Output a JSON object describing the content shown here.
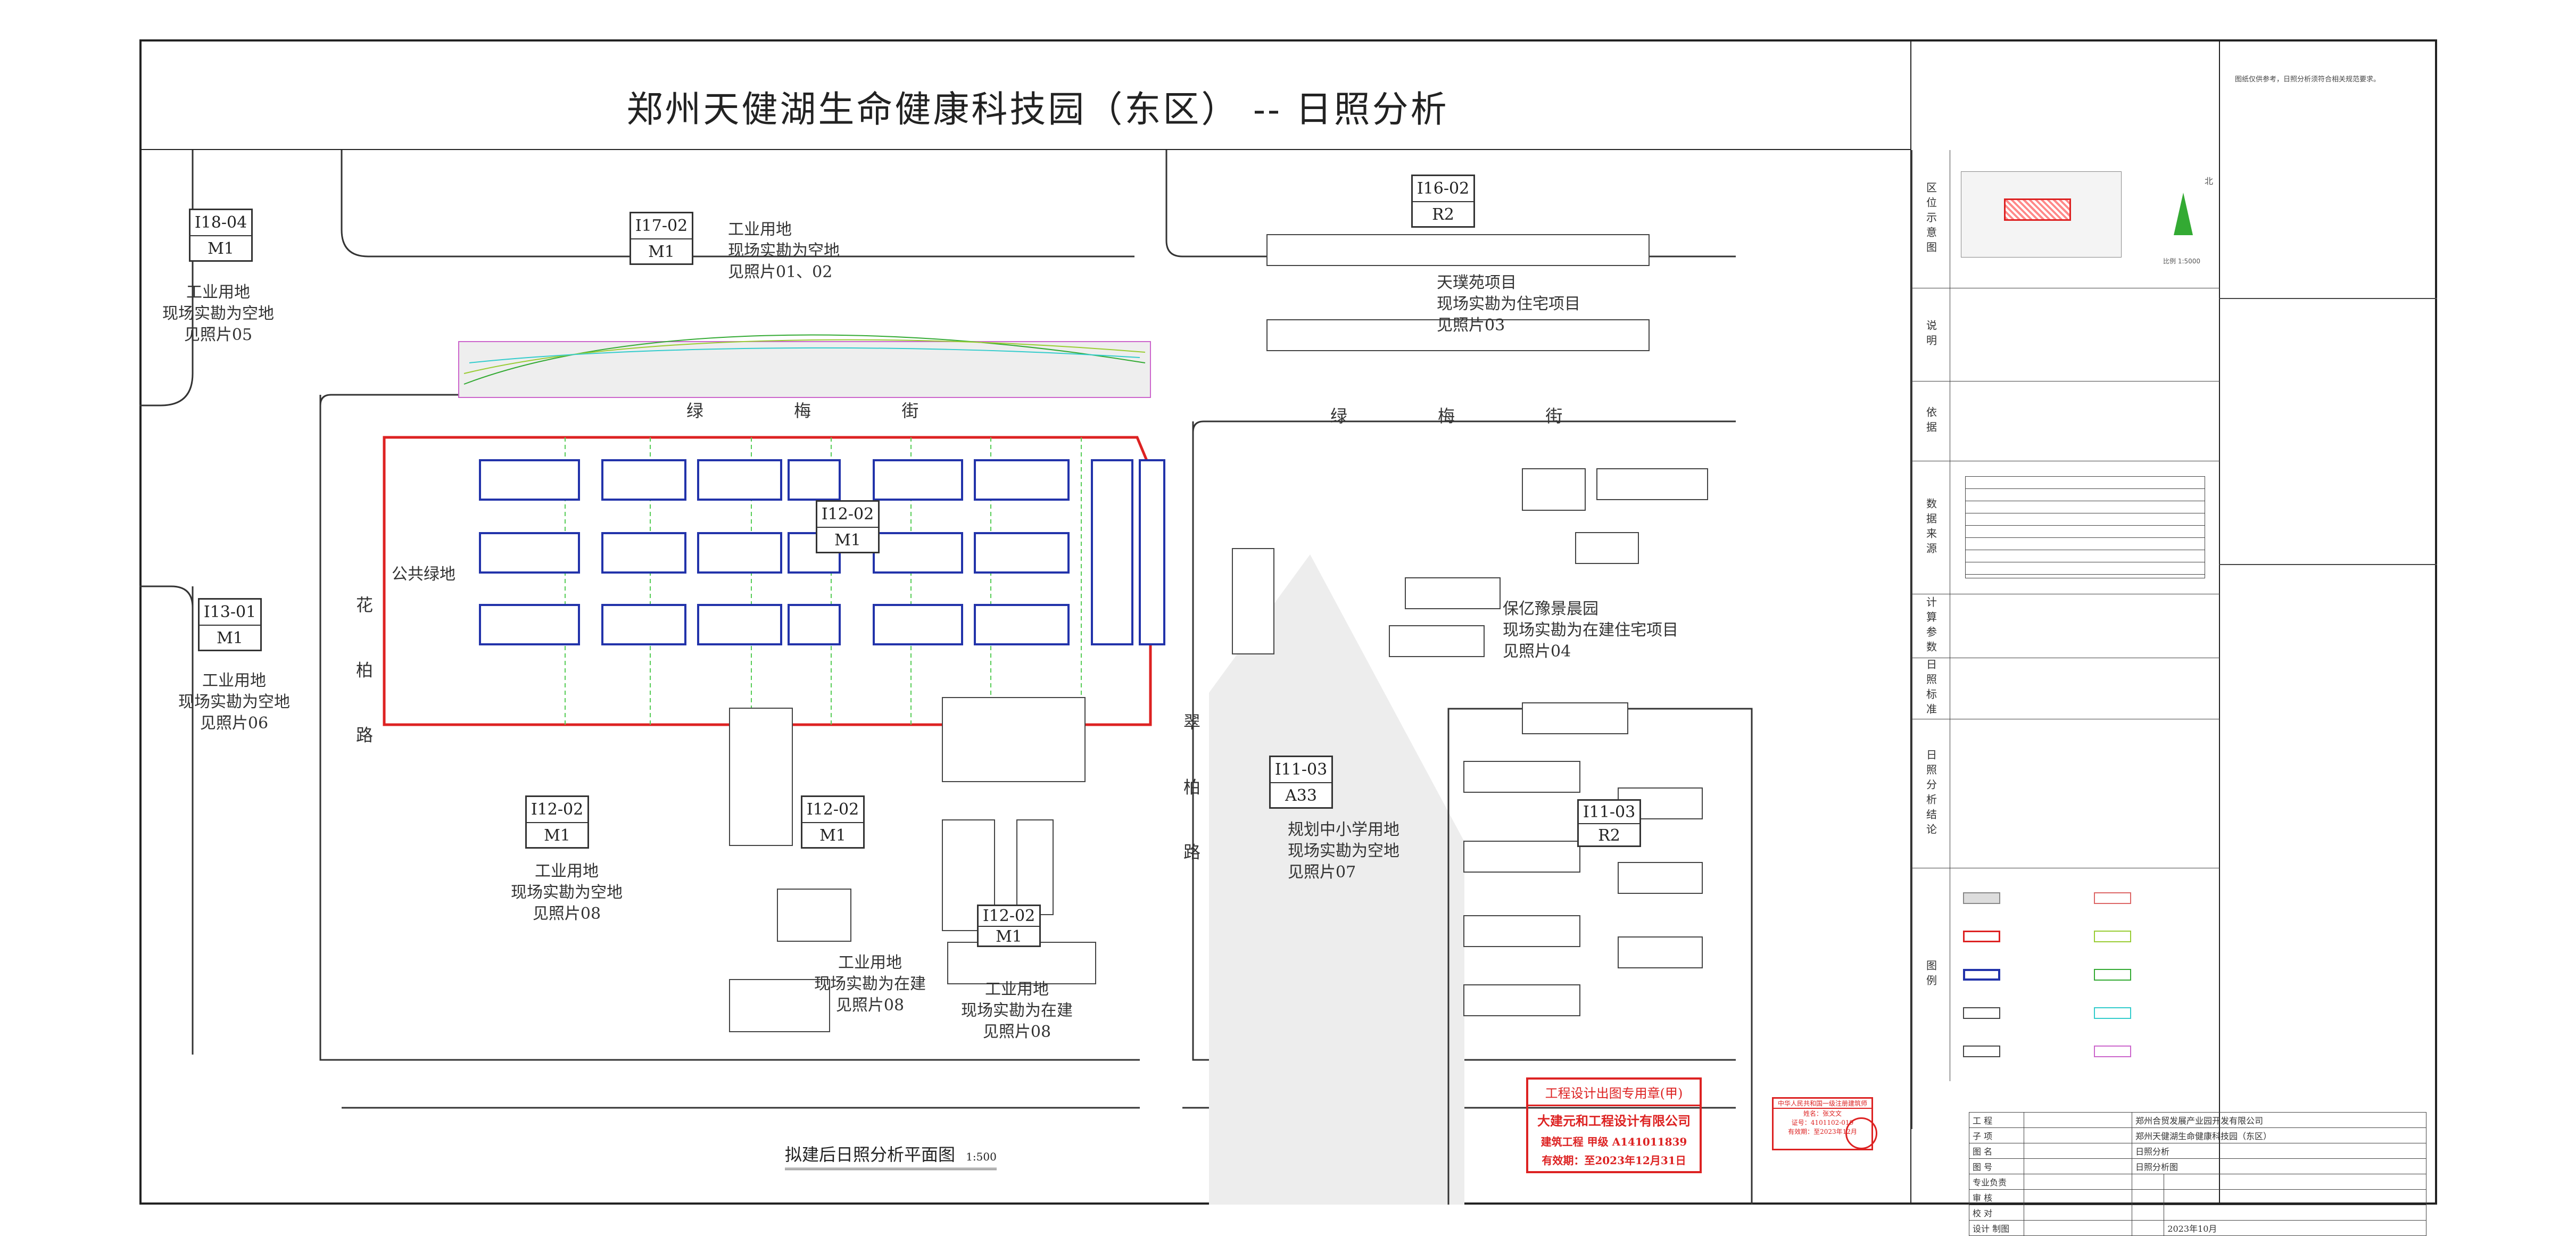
{
  "title": "郑州天健湖生命健康科技园（东区）  --  日照分析",
  "roads": {
    "lvmei_street": "绿 梅 街",
    "huabai_road": "花 柏 路",
    "cuibai_road": "翠 柏 路"
  },
  "plots": [
    {
      "id": "I18-04",
      "type": "M1"
    },
    {
      "id": "I17-02",
      "type": "M1"
    },
    {
      "id": "I16-02",
      "type": "R2"
    },
    {
      "id": "I13-01",
      "type": "M1"
    },
    {
      "id": "I12-02",
      "type": "M1"
    },
    {
      "id": "I12-02",
      "type": "M1"
    },
    {
      "id": "I12-02",
      "type": "M1"
    },
    {
      "id": "I12-02",
      "type": "M1"
    },
    {
      "id": "I11-03",
      "type": "A33"
    },
    {
      "id": "I11-03",
      "type": "R2"
    }
  ],
  "labels": {
    "l1804": "工业用地\n现场实勘为空地\n见照片05",
    "l1702": "工业用地\n现场实勘为空地\n见照片01、02",
    "l1602": "天璞苑项目\n现场实勘为住宅项目\n见照片03",
    "l1301": "工业用地\n现场实勘为空地\n见照片06",
    "l1202a": "工业用地\n现场实勘为空地\n见照片08",
    "l1202b": "工业用地\n现场实勘为在建\n见照片08",
    "l1202c": "工业用地\n现场实勘为在建\n见照片08",
    "l1103": "规划中小学用地\n现场实勘为空地\n见照片07",
    "baoyi": "保亿豫景晨园\n现场实勘为在建住宅项目\n见照片04",
    "green": "公共绿地"
  },
  "plan_caption": "拟建后日照分析平面图",
  "plan_scale": "1:500",
  "sidebar": {
    "sections": [
      "区位示意图",
      "说明",
      "依据",
      "数据来源",
      "计算参数",
      "日照标准",
      "日照分析结论",
      "图例"
    ],
    "top_note": "图纸仅供参考，日照分析须符合相关规范要求。",
    "north": "北",
    "map_scale": "比例 1:5000"
  },
  "stamps": {
    "design": {
      "line1": "工程设计出图专用章(甲)",
      "line2": "大建元和工程设计有限公司",
      "line3": "建筑工程  甲级 A141011839",
      "line4": "有效期：至2023年12月31日"
    },
    "registered": {
      "line1": "中华人民共和国一级注册建筑师",
      "line2": "姓名：张文文",
      "line3": "证号：4101102-019",
      "line4": "有效期：至2023年12月"
    }
  },
  "titleblock": {
    "client": "郑州合贸发展产业园开发有限公司",
    "project": "郑州天健湖生命健康科技园（东区）",
    "drawing": "日照分析",
    "sheet": "日照分析图",
    "date": "2023年10月",
    "rows": [
      "工 程",
      "子 项",
      "图 名",
      "图 号",
      "专业负责",
      "审 核",
      "校 对",
      "设计 制图"
    ]
  }
}
